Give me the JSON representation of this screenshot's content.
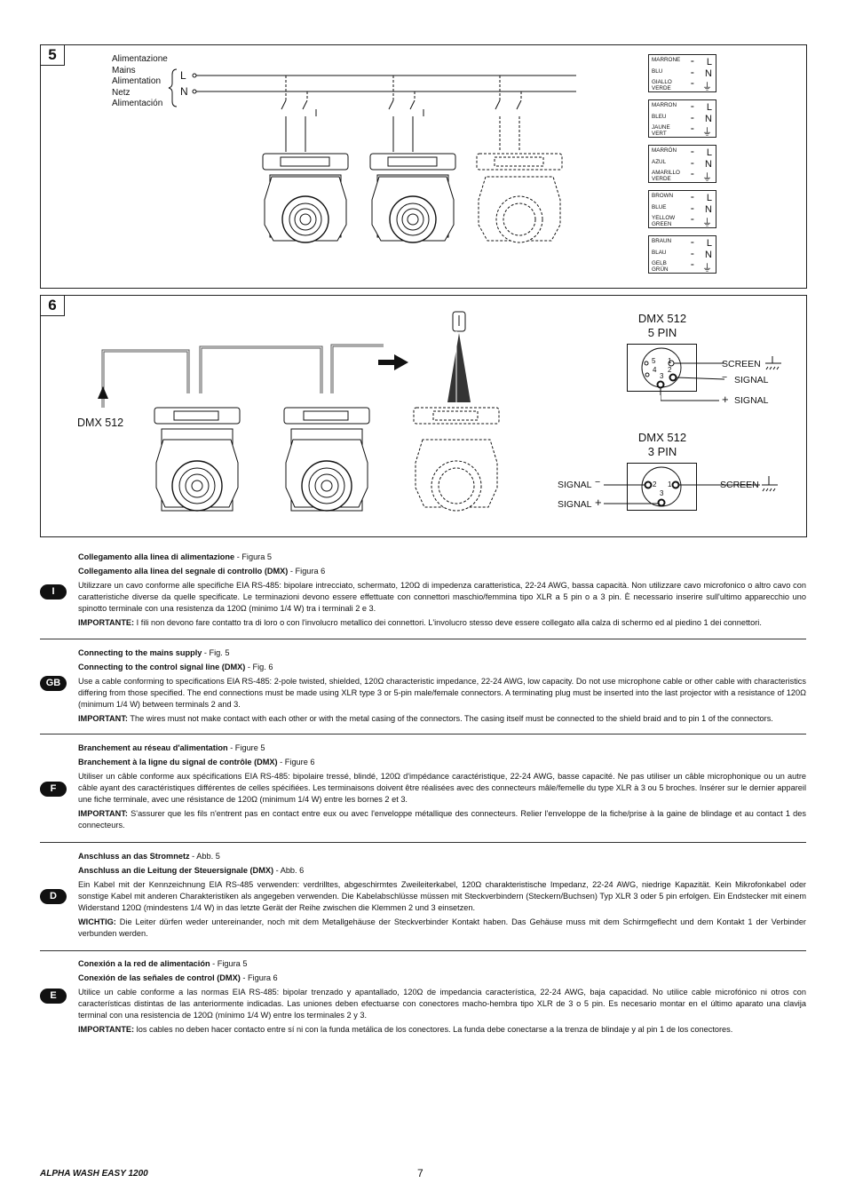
{
  "figure5": {
    "number": "5",
    "mains_labels": [
      "Alimentazione",
      "Mains",
      "Alimentation",
      "Netz",
      "Alimentación"
    ],
    "line_L": "L",
    "line_N": "N",
    "wire_boxes": [
      {
        "c1": "MARRONE",
        "c2": "BLU",
        "c3a": "GIALLO",
        "c3b": "VERDE"
      },
      {
        "c1": "MARRON",
        "c2": "BLEU",
        "c3a": "JAUNE",
        "c3b": "VERT"
      },
      {
        "c1": "MARRÓN",
        "c2": "AZUL",
        "c3a": "AMARILLO",
        "c3b": "VERDE"
      },
      {
        "c1": "BROWN",
        "c2": "BLUE",
        "c3a": "YELLOW",
        "c3b": "GREEN"
      },
      {
        "c1": "BRAUN",
        "c2": "BLAU",
        "c3a": "GELB",
        "c3b": "GRÜN"
      }
    ],
    "eq": "=",
    "term_L": "L",
    "term_N": "N"
  },
  "figure6": {
    "number": "6",
    "dmx_label": "DMX 512",
    "pin5_title_a": "DMX 512",
    "pin5_title_b": "5 PIN",
    "pin3_title_a": "DMX 512",
    "pin3_title_b": "3 PIN",
    "screen": "SCREEN",
    "signal": "SIGNAL",
    "minus": "−",
    "plus": "+",
    "pin5_numbers": [
      "5",
      "1",
      "4",
      "2",
      "3"
    ],
    "pin3_numbers": [
      "2",
      "1",
      "3"
    ]
  },
  "sections": [
    {
      "code": "I",
      "h1": "Collegamento alla linea di alimentazione",
      "h1_ref": " - Figura 5",
      "h2": "Collegamento alla linea del segnale di controllo (DMX)",
      "h2_ref": " - Figura 6",
      "body": "Utilizzare un cavo conforme alle specifiche EIA RS-485: bipolare intrecciato, schermato, 120Ω di impedenza caratteristica, 22-24 AWG, bassa capacità. Non utilizzare cavo microfonico o altro cavo con caratteristiche diverse da quelle specificate. Le terminazioni devono essere effettuate con connettori maschio/femmina tipo XLR a 5 pin o a 3 pin. È necessario inserire sull'ultimo apparecchio uno spinotto terminale con una resistenza da 120Ω (minimo 1/4 W) tra i terminali 2 e 3.",
      "note_label": "IMPORTANTE:",
      "note": " I fili non devono fare contatto tra di loro o con l'involucro metallico dei connettori. L'involucro stesso deve essere collegato alla calza di schermo ed al piedino 1 dei connettori."
    },
    {
      "code": "GB",
      "h1": "Connecting to the mains supply",
      "h1_ref": " - Fig. 5",
      "h2": "Connecting to the control signal line (DMX)",
      "h2_ref": " - Fig. 6",
      "body": "Use a cable conforming to specifications EIA RS-485: 2-pole twisted, shielded, 120Ω characteristic impedance, 22-24 AWG, low capacity. Do not use microphone cable or other cable with characteristics differing from those specified. The end connections must be made using XLR type 3 or 5-pin male/female connectors. A terminating plug must be inserted into the last projector with a resistance of 120Ω (minimum 1/4 W) between terminals 2 and 3.",
      "note_label": "IMPORTANT:",
      "note": " The wires must not make contact with each other or with the metal casing of the connectors. The casing itself must be connected to the shield braid and to pin 1 of the connectors."
    },
    {
      "code": "F",
      "h1": "Branchement au réseau d'alimentation",
      "h1_ref": " - Figure 5",
      "h2": "Branchement à la ligne du signal de contrôle (DMX)",
      "h2_ref": " - Figure 6",
      "body": "Utiliser un câble conforme aux spécifications EIA RS-485: bipolaire tressé, blindé, 120Ω d'impédance caractéristique, 22-24 AWG, basse capacité. Ne pas utiliser un câble microphonique ou un autre câble ayant des caractéristiques différentes de celles spécifiées. Les terminaisons doivent être réalisées avec des connecteurs mâle/femelle du type XLR à 3 ou 5 broches. Insérer sur le dernier appareil une fiche terminale, avec une résistance de 120Ω (minimum 1/4 W) entre les bornes 2 et 3.",
      "note_label": "IMPORTANT:",
      "note": " S'assurer que les fils n'entrent pas en contact entre eux ou avec l'enveloppe métallique des connecteurs. Relier l'enveloppe de la fiche/prise à la gaine de blindage et au contact 1 des connecteurs."
    },
    {
      "code": "D",
      "h1": "Anschluss an das Stromnetz",
      "h1_ref": " - Abb. 5",
      "h2": "Anschluss an die Leitung der Steuersignale (DMX)",
      "h2_ref": " - Abb. 6",
      "body": "Ein Kabel mit der Kennzeichnung EIA RS-485 verwenden: verdrilltes, abgeschirmtes Zweileiterkabel, 120Ω charakteristische Impedanz, 22-24 AWG, niedrige Kapazität. Kein Mikrofonkabel oder sonstige Kabel mit anderen Charakteristiken als angegeben verwenden. Die Kabelabschlüsse müssen mit Steckverbindern (Steckern/Buchsen) Typ XLR 3 oder 5 pin erfolgen. Ein Endstecker mit einem Widerstand 120Ω (mindestens 1/4 W) in das letzte Gerät der Reihe zwischen die Klemmen 2 und 3 einsetzen.",
      "note_label": "WICHTIG:",
      "note": " Die Leiter dürfen weder untereinander, noch mit dem Metallgehäuse der Steckverbinder Kontakt haben. Das Gehäuse muss mit dem Schirmgeflecht und dem Kontakt 1 der Verbinder verbunden werden."
    },
    {
      "code": "E",
      "h1": "Conexión a la red de alimentación",
      "h1_ref": " - Figura 5",
      "h2": "Conexión de las señales de control (DMX)",
      "h2_ref": "  - Figura 6",
      "body": "Utilice un cable conforme a las normas EIA RS-485: bipolar trenzado y apantallado, 120Ω de impedancia característica, 22-24 AWG, baja capacidad. No utilice cable microfónico ni otros con características distintas de las anteriormente indicadas. Las uniones deben efectuarse con conectores macho-hembra tipo XLR de 3 o 5 pin. Es necesario montar en el último aparato una clavija terminal con una resistencia de 120Ω (mínimo 1/4 W) entre los terminales 2 y 3.",
      "note_label": "IMPORTANTE:",
      "note": " los cables no deben hacer contacto entre sí ni con la funda metálica de los conectores. La funda debe conectarse a la trenza de blindaje y al pin 1 de los conectores."
    }
  ],
  "footer": {
    "model": "ALPHA WASH EASY 1200",
    "page": "7"
  }
}
